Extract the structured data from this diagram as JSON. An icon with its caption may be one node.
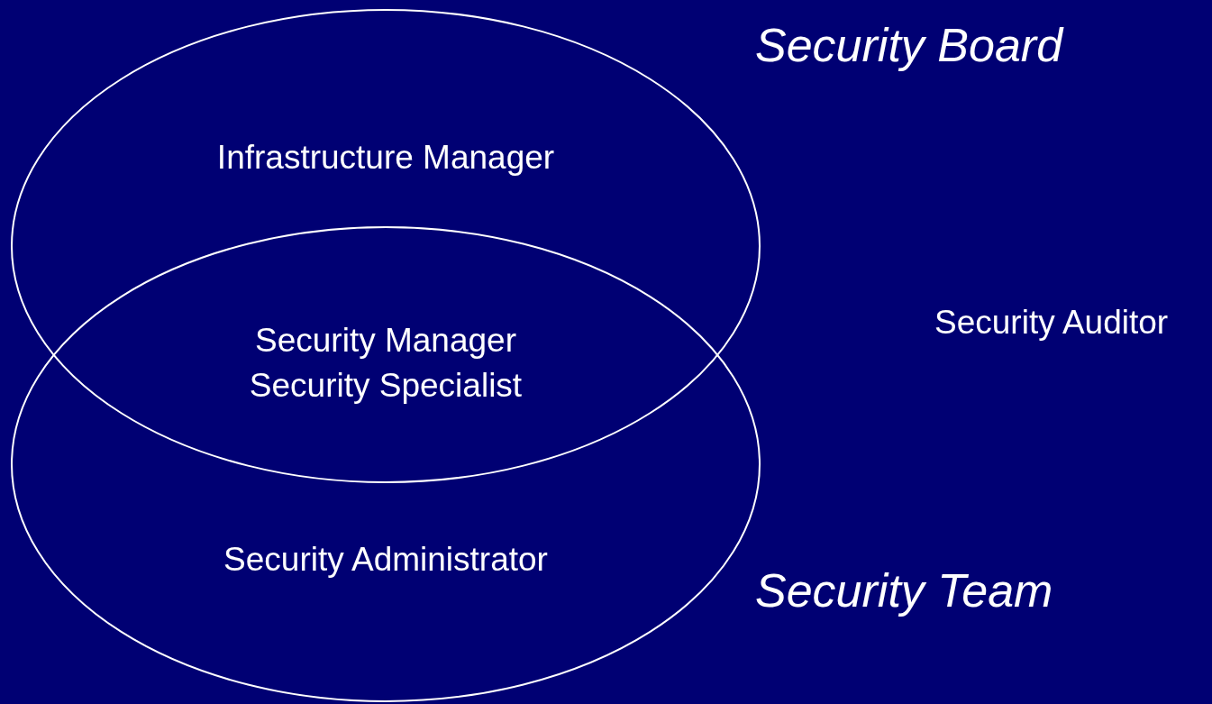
{
  "diagram": {
    "nodes": [
      {
        "text": [
          "Security Board",
          "Infrastructure Manager"
        ]
      },
      {
        "text": [
          "Security Team",
          "Security Administrator"
        ]
      }
    ],
    "labels": [
      "Security Manager",
      "Security Specialist",
      "Security Auditor"
    ]
  }
}
